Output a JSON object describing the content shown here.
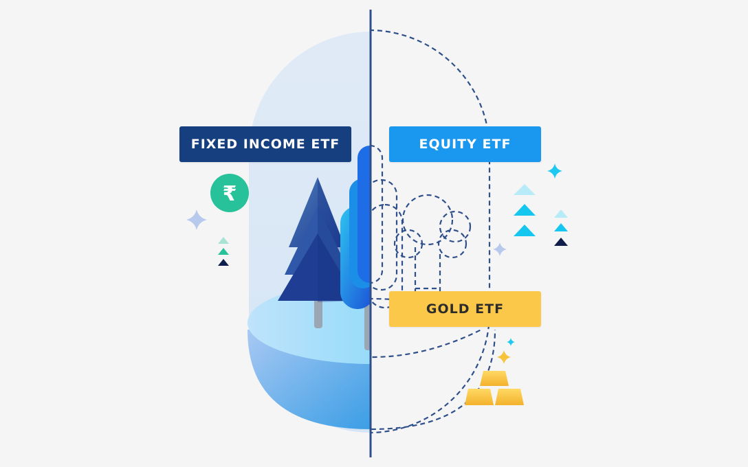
{
  "labels": {
    "fixed_income": "FIXED INCOME ETF",
    "equity": "EQUITY ETF",
    "gold": "GOLD ETF"
  },
  "icons": {
    "currency": "rupee-icon",
    "currency_symbol": "₹"
  },
  "colors": {
    "background": "#f5f5f6",
    "fixed_income_label": "#163f80",
    "equity_label": "#1a97ee",
    "gold_label": "#fcc84a",
    "divider": "#2f4f8a",
    "rupee_coin": "#27c19a",
    "gold_bar": "#f8c43c"
  }
}
